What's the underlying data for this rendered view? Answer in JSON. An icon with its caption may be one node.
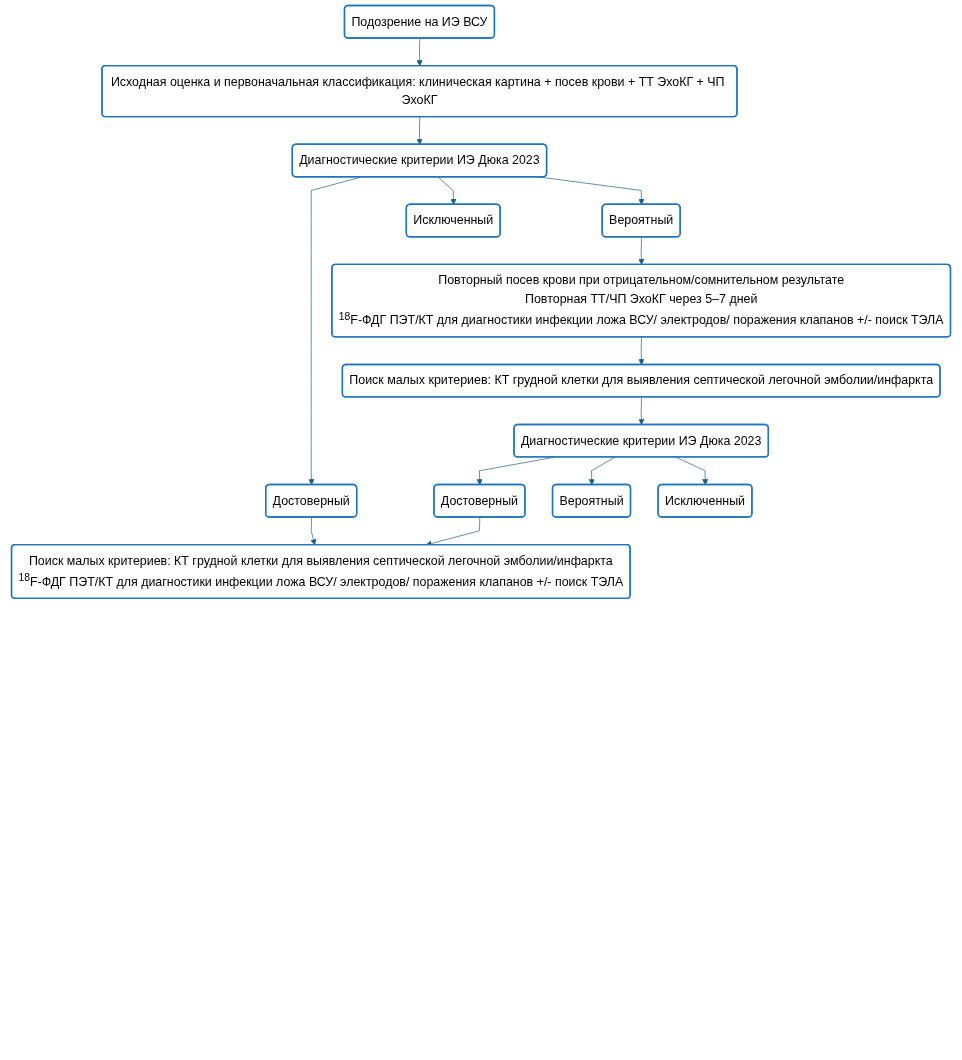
{
  "diagram": {
    "nodes": [
      {
        "text": [
          "Подозрение на ИЭ ВСУ"
        ]
      },
      {
        "text": [
          "Исходная оценка и первоначальная классификация: клиническая картина + посев крови + ТТ ЭхоКГ + ЧП ЭхоКГ"
        ]
      },
      {
        "text": [
          "Диагностические критерии ИЭ Дюка 2023"
        ]
      },
      {
        "text": [
          "Достоверный"
        ]
      },
      {
        "text": [
          "Вероятный"
        ]
      },
      {
        "text": [
          "Исключенный"
        ]
      },
      {
        "text": [
          "Повторный посев крови при отрицательном/сомнительном результате",
          "Повторная ТТ/ЧП ЭхоКГ через 5–7 дней",
          "$^{18}$F-ФДГ ПЭТ/КТ для диагностики инфекции ложа ВСУ/ электродов/ поражения клапанов +/- поиск ТЭЛА"
        ]
      },
      {
        "text": [
          "Поиск малых критериев: КТ грудной клетки для выявления септической легочной эмболии/инфаркта"
        ]
      },
      {
        "text": [
          "Диагностические критерии ИЭ Дюка 2023"
        ]
      },
      {
        "text": [
          "Достоверный"
        ]
      },
      {
        "text": [
          "Вероятный"
        ]
      },
      {
        "text": [
          "Исключенный"
        ]
      },
      {
        "text": [
          "Поиск малых критериев: КТ грудной клетки для выявления септической легочной эмболии/инфаркта",
          "$^{18}$F-ФДГ ПЭТ/КТ для диагностики инфекции ложа ВСУ/ электродов/ поражения клапанов +/- поиск ТЭЛА"
        ]
      }
    ],
    "edges": [
      {
        "from": 0,
        "to": 1,
        "arrow": "to"
      },
      {
        "from": 1,
        "to": 2,
        "arrow": "to"
      },
      {
        "from": 2,
        "to": 3,
        "arrow": "to"
      },
      {
        "from": 2,
        "to": 4,
        "arrow": "to"
      },
      {
        "from": 2,
        "to": 5,
        "arrow": "to"
      },
      {
        "from": 4,
        "to": 6,
        "arrow": "to"
      },
      {
        "from": 6,
        "to": 7,
        "arrow": "to"
      },
      {
        "from": 7,
        "to": 8,
        "arrow": "to"
      },
      {
        "from": 8,
        "to": 9,
        "arrow": "to"
      },
      {
        "from": 8,
        "to": 10,
        "arrow": "to"
      },
      {
        "from": 8,
        "to": 11,
        "arrow": "to"
      },
      {
        "from": 3,
        "to": 12,
        "arrow": "to"
      },
      {
        "from": 9,
        "to": 12,
        "arrow": "to"
      }
    ]
  }
}
